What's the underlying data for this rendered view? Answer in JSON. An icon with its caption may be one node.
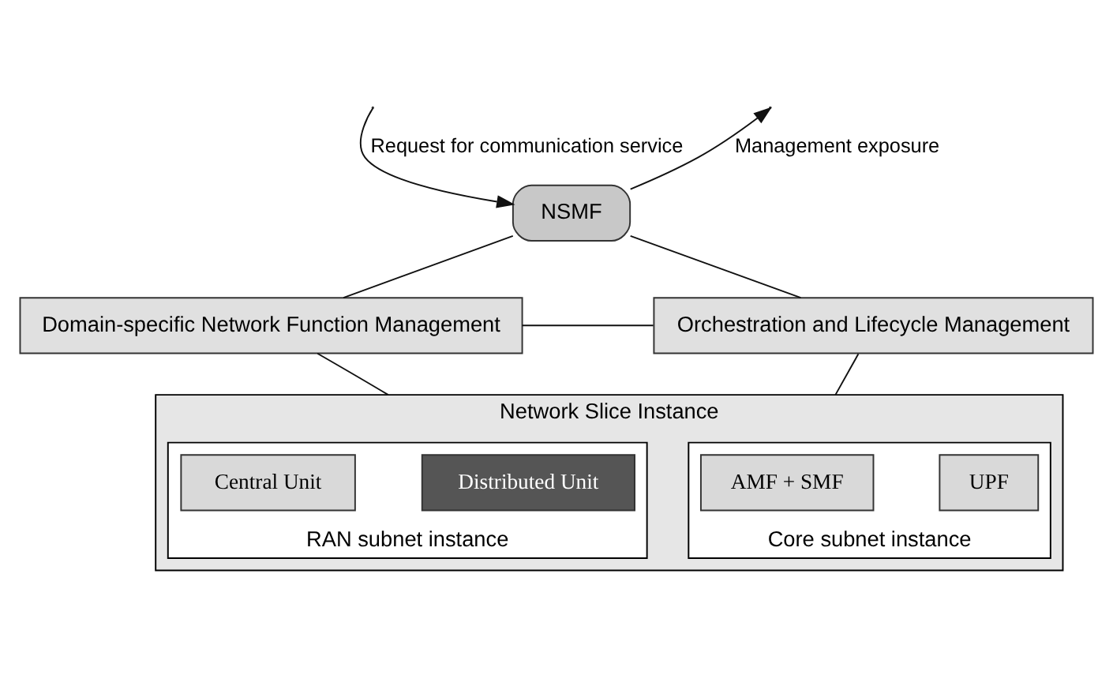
{
  "diagram": {
    "nodes": [
      {
        "text": [
          "NSMF"
        ]
      },
      {
        "text": [
          "Domain-specific Network Function Management"
        ]
      },
      {
        "text": [
          "Orchestration and Lifecycle Management"
        ]
      },
      {
        "text": [
          "Network Slice Instance"
        ]
      },
      {
        "text": [
          "RAN subnet instance"
        ],
        "in": 3
      },
      {
        "text": [
          "Distributed Unit"
        ],
        "in": 4
      },
      {
        "text": [
          "Central Unit"
        ],
        "in": 4
      },
      {
        "text": [
          "Core subnet instance"
        ],
        "in": 3
      },
      {
        "text": [
          "UPF"
        ],
        "in": 7
      },
      {
        "text": [
          "AMF + SMF"
        ],
        "in": 7
      }
    ],
    "edges": [
      {
        "from": null,
        "to": 0,
        "arrow": "to",
        "label": "Request for communication service"
      },
      {
        "from": 0,
        "to": null,
        "arrow": "to",
        "label": "Management exposure"
      },
      {
        "from": 0,
        "to": 1,
        "arrow": "none"
      },
      {
        "from": 0,
        "to": 2,
        "arrow": "none"
      },
      {
        "from": 1,
        "to": 2,
        "arrow": "none"
      },
      {
        "from": 1,
        "to": 3,
        "arrow": "none"
      },
      {
        "from": 2,
        "to": 3,
        "arrow": "none"
      }
    ]
  }
}
